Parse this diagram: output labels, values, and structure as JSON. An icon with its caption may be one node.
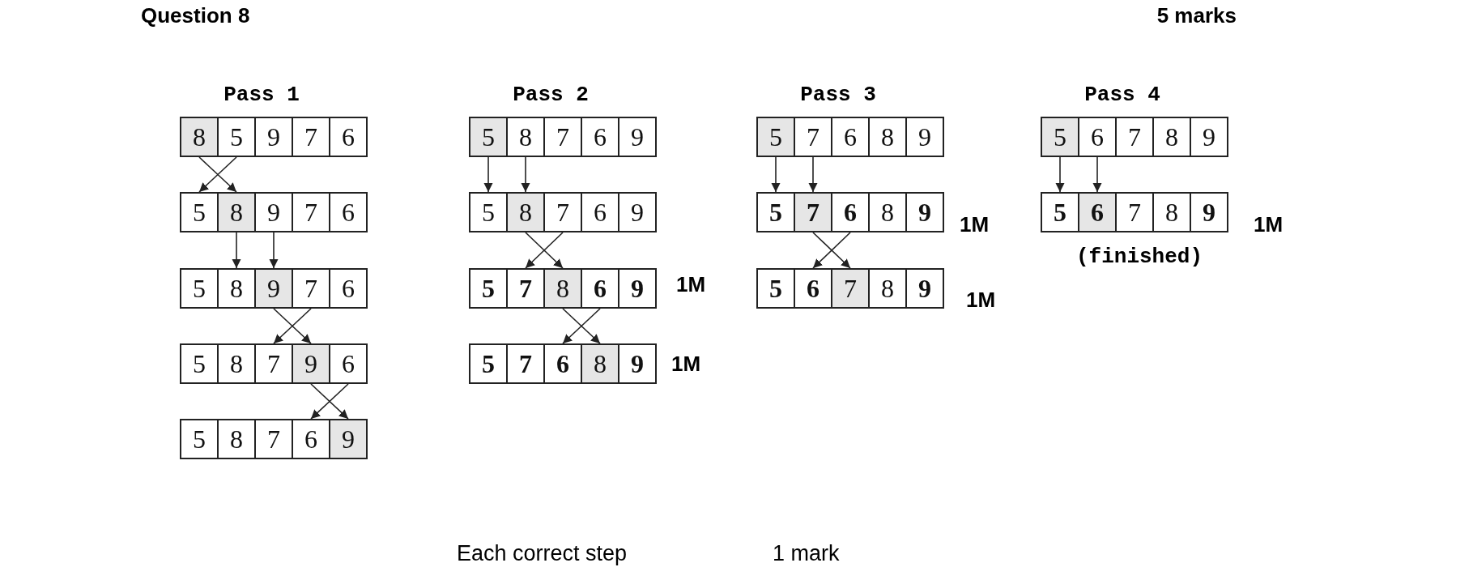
{
  "diagram": {
    "nodes": [
      {
        "text": [
          "8"
        ]
      },
      {
        "text": [
          "5"
        ]
      },
      {
        "text": [
          "9"
        ]
      },
      {
        "text": [
          "7"
        ]
      },
      {
        "text": [
          "6"
        ]
      },
      {
        "text": [
          "5"
        ]
      },
      {
        "text": [
          "8"
        ]
      },
      {
        "text": [
          "9"
        ]
      },
      {
        "text": [
          "7"
        ]
      },
      {
        "text": [
          "6"
        ]
      },
      {
        "text": [
          "5"
        ]
      },
      {
        "text": [
          "8"
        ]
      },
      {
        "text": [
          "9"
        ]
      },
      {
        "text": [
          "7"
        ]
      },
      {
        "text": [
          "6"
        ]
      },
      {
        "text": [
          "5"
        ]
      },
      {
        "text": [
          "8"
        ]
      },
      {
        "text": [
          "7"
        ]
      },
      {
        "text": [
          "9"
        ]
      },
      {
        "text": [
          "6"
        ]
      },
      {
        "text": [
          "5"
        ]
      },
      {
        "text": [
          "8"
        ]
      },
      {
        "text": [
          "7"
        ]
      },
      {
        "text": [
          "6"
        ]
      },
      {
        "text": [
          "9"
        ]
      },
      {
        "text": [
          "5"
        ]
      },
      {
        "text": [
          "8"
        ]
      },
      {
        "text": [
          "7"
        ]
      },
      {
        "text": [
          "6"
        ]
      },
      {
        "text": [
          "9"
        ]
      },
      {
        "text": [
          "5"
        ]
      },
      {
        "text": [
          "8"
        ]
      },
      {
        "text": [
          "7"
        ]
      },
      {
        "text": [
          "6"
        ]
      },
      {
        "text": [
          "9"
        ]
      },
      {
        "text": [
          "5"
        ]
      },
      {
        "text": [
          "7"
        ]
      },
      {
        "text": [
          "8"
        ]
      },
      {
        "text": [
          "6"
        ]
      },
      {
        "text": [
          "9"
        ]
      },
      {
        "text": [
          "5"
        ]
      },
      {
        "text": [
          "7"
        ]
      },
      {
        "text": [
          "6"
        ]
      },
      {
        "text": [
          "8"
        ]
      },
      {
        "text": [
          "9"
        ]
      },
      {
        "text": [
          "5"
        ]
      },
      {
        "text": [
          "7"
        ]
      },
      {
        "text": [
          "6"
        ]
      },
      {
        "text": [
          "8"
        ]
      },
      {
        "text": [
          "9"
        ]
      },
      {
        "text": [
          "5"
        ]
      },
      {
        "text": [
          "7"
        ]
      },
      {
        "text": [
          "6"
        ]
      },
      {
        "text": [
          "8"
        ]
      },
      {
        "text": [
          "9"
        ]
      },
      {
        "text": [
          "5"
        ]
      },
      {
        "text": [
          "6"
        ]
      },
      {
        "text": [
          "7"
        ]
      },
      {
        "text": [
          "8"
        ]
      },
      {
        "text": [
          "9"
        ]
      },
      {
        "text": [
          "5"
        ]
      },
      {
        "text": [
          "6"
        ]
      },
      {
        "text": [
          "7"
        ]
      },
      {
        "text": [
          "8"
        ]
      },
      {
        "text": [
          "9"
        ]
      },
      {
        "text": [
          "5"
        ]
      },
      {
        "text": [
          "6"
        ]
      },
      {
        "text": [
          "7"
        ]
      },
      {
        "text": [
          "8"
        ]
      },
      {
        "text": [
          "9"
        ]
      }
    ],
    "edges": [
      {
        "from": 0,
        "to": 6,
        "arrow": "to"
      },
      {
        "from": 1,
        "to": 5,
        "arrow": "to"
      },
      {
        "from": 6,
        "to": 11,
        "arrow": "to"
      },
      {
        "from": 7,
        "to": 12,
        "arrow": "to"
      },
      {
        "from": 12,
        "to": 18,
        "arrow": "to"
      },
      {
        "from": 13,
        "to": 17,
        "arrow": "to"
      },
      {
        "from": 18,
        "to": 24,
        "arrow": "to"
      },
      {
        "from": 19,
        "to": 23,
        "arrow": "to"
      },
      {
        "from": 25,
        "to": 30,
        "arrow": "to"
      },
      {
        "from": 26,
        "to": 31,
        "arrow": "to"
      },
      {
        "from": 31,
        "to": 37,
        "arrow": "to"
      },
      {
        "from": 32,
        "to": 36,
        "arrow": "to"
      },
      {
        "from": 37,
        "to": 43,
        "arrow": "to"
      },
      {
        "from": 38,
        "to": 42,
        "arrow": "to"
      },
      {
        "from": 45,
        "to": 50,
        "arrow": "to"
      },
      {
        "from": 46,
        "to": 51,
        "arrow": "to"
      },
      {
        "from": 51,
        "to": 57,
        "arrow": "to"
      },
      {
        "from": 52,
        "to": 56,
        "arrow": "to"
      },
      {
        "from": 60,
        "to": 65,
        "arrow": "to"
      },
      {
        "from": 61,
        "to": 66,
        "arrow": "to"
      }
    ],
    "labels": [
      "Question 8",
      "5 marks",
      "Pass 1",
      "Pass 2",
      "Pass 3",
      "Pass 4",
      "1M",
      "1M",
      "(finished)",
      "1M",
      "1M",
      "1M",
      "Each correct step",
      "1 mark"
    ]
  }
}
